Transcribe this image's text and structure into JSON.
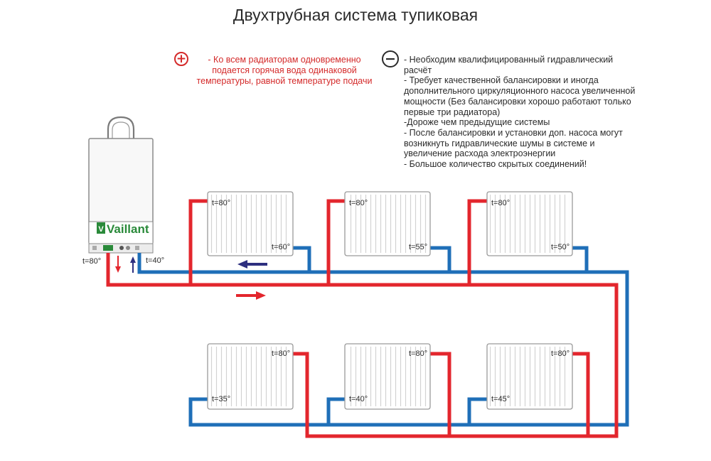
{
  "title": "Двухтрубная система тупиковая",
  "plus_sign": "+",
  "minus_sign": "−",
  "pros": [
    "- Ко всем радиаторам одновременно подается горячая вода одинаковой температуры, равной температуре подачи"
  ],
  "cons": [
    "- Необходим квалифицированный гидравлический расчёт",
    "- Требует качественной балансировки и иногда дополнительного циркуляционного насоса увеличенной мощности (Без балансировки хорошо работают только первые три радиатора)",
    "-Дороже чем предыдущие системы",
    "- После балансировки и установки доп. насоса могут возникнуть гидравлические шумы в системе и увеличение расхода электроэнергии",
    "- Большое количество скрытых соединений!"
  ],
  "boiler": {
    "brand": "Vaillant",
    "supply_temp": "t=80°",
    "return_temp": "t=40°"
  },
  "radiators_top": [
    {
      "inlet": "t=80°",
      "outlet": "t=60°"
    },
    {
      "inlet": "t=80°",
      "outlet": "t=55°"
    },
    {
      "inlet": "t=80°",
      "outlet": "t=50°"
    }
  ],
  "radiators_bottom": [
    {
      "inlet": "t=80°",
      "outlet": "t=35°"
    },
    {
      "inlet": "t=80°",
      "outlet": "t=40°"
    },
    {
      "inlet": "t=80°",
      "outlet": "t=45°"
    }
  ],
  "colors": {
    "supply": "#e3262d",
    "return": "#1f6fb8",
    "flow_arrow_return": "#2d2f7f",
    "text": "#2b2b2b",
    "plus": "#d42a2a",
    "brand": "#2a8a3a"
  },
  "icons": [
    "plus-circle-icon",
    "minus-circle-icon",
    "boiler-icon",
    "radiator-icon",
    "flow-arrow-icon"
  ]
}
